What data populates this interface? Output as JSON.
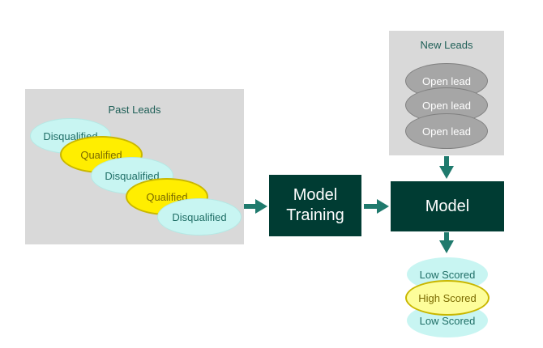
{
  "past_leads": {
    "title": "Past Leads",
    "items": [
      "Disqualified",
      "Qualified",
      "Disqualified",
      "Qualified",
      "Disqualified"
    ]
  },
  "new_leads": {
    "title": "New Leads",
    "items": [
      "Open lead",
      "Open lead",
      "Open lead"
    ]
  },
  "model_training": {
    "line1": "Model",
    "line2": "Training"
  },
  "model": {
    "label": "Model"
  },
  "scored": {
    "items": [
      "Low Scored",
      "High Scored",
      "Low Scored"
    ]
  },
  "colors": {
    "panel_bg": "#d9d9d9",
    "box_bg": "#003c33",
    "arrow": "#1f7a6d",
    "disqualified_fill": "#c8f5f2",
    "qualified_fill": "#ffee00",
    "open_fill": "#a6a6a6",
    "high_scored_fill": "#fdfd9a"
  }
}
